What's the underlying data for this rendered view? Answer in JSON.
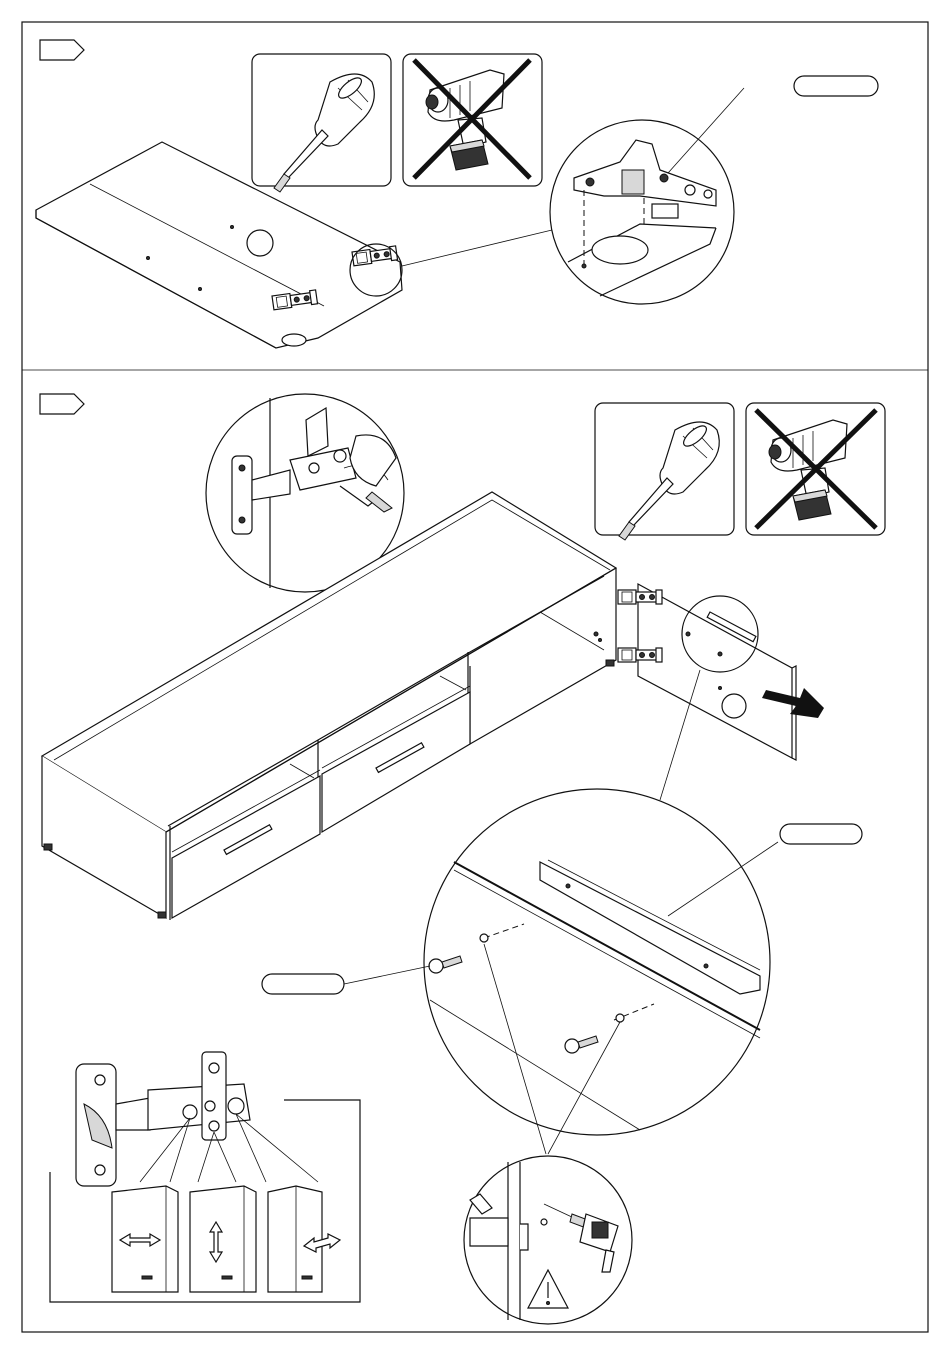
{
  "steps": [
    {
      "id": "step-1",
      "label": "",
      "quantity_tag": ""
    },
    {
      "id": "step-2",
      "label": "",
      "callout_top": "",
      "callout_side": ""
    }
  ],
  "tools": {
    "allowed": "screwdriver-icon",
    "forbidden": "power-drill-icon"
  },
  "adjustments": [
    "horizontal",
    "vertical",
    "depth"
  ],
  "warning_icon": "warning-triangle-icon"
}
